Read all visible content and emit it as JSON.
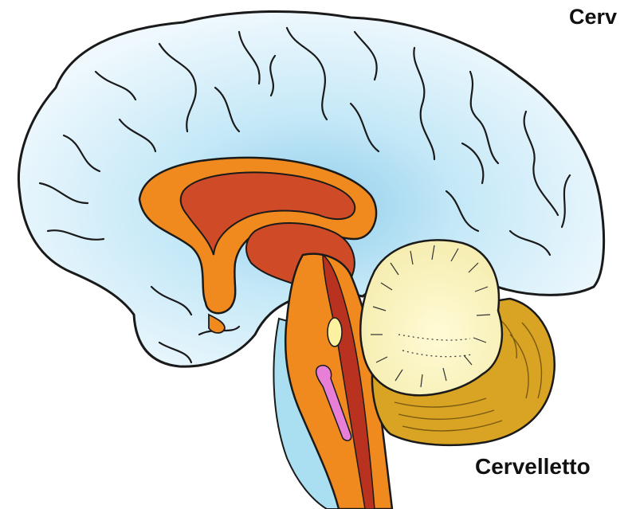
{
  "labels": {
    "top": "Cerv",
    "bottom": "Cervelletto"
  },
  "colors": {
    "cerebrum_fill": "#d8f0fb",
    "cerebrum_glow": "#8fcdeb",
    "outline": "#1a1a1a",
    "corpus": "#f08a1e",
    "ventricle": "#cf4a26",
    "cerebellum_white": "#fbf6c4",
    "cerebellum_gold": "#d9a423",
    "brainstem": "#f08a1e",
    "brainstem_canal": "#b8321f",
    "pink_nucleus": "#e77fd6",
    "grey_body": "#a8a8a8",
    "meninges": "#a9dff0"
  },
  "icons": [
    "sagittal-brain-illustration"
  ]
}
